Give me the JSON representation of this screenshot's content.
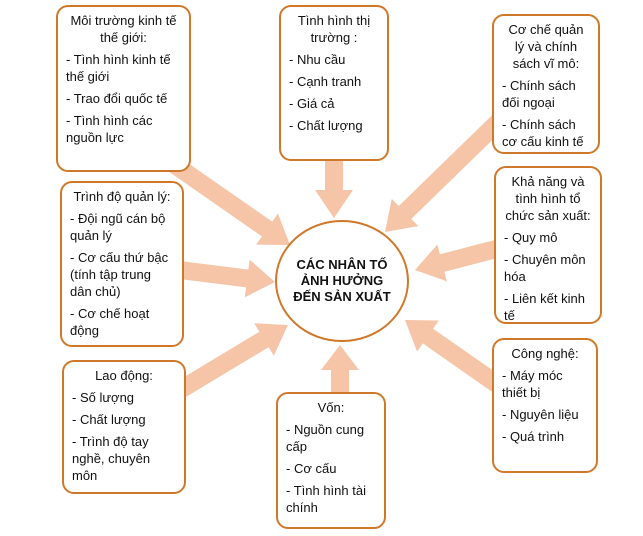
{
  "center": "CÁC NHÂN TỐ ẢNH HƯỞNG ĐẾN SẢN XUẤT",
  "colors": {
    "border": "#d0782a",
    "arrow": "#f6c4a6"
  },
  "boxes": [
    {
      "id": "world",
      "title": "Môi trường kinh tế thế giới:",
      "items": [
        "- Tình hình kinh tế thế giới",
        "- Trao đổi quốc tế",
        "- Tình hình các nguồn lực"
      ]
    },
    {
      "id": "market",
      "title": "Tình hình thị trường :",
      "items": [
        "- Nhu cầu",
        "- Cạnh  tranh",
        "- Giá cả",
        "- Chất lượng"
      ]
    },
    {
      "id": "macro",
      "title": "Cơ chế quản lý và chính sách vĩ mô:",
      "items": [
        "- Chính sách đối ngoại",
        "- Chính sách cơ cấu kinh tế"
      ]
    },
    {
      "id": "organization",
      "title": "Khả năng và tình hình tổ chức sản xuất:",
      "items": [
        "- Quy mô",
        "- Chuyên môn hóa",
        "- Liên kết kinh tế"
      ]
    },
    {
      "id": "technology",
      "title": "Công nghệ:",
      "items": [
        "- Máy móc thiết bị",
        "- Nguyên liệu",
        "- Quá trình"
      ]
    },
    {
      "id": "capital",
      "title": "Vốn:",
      "items": [
        "- Nguồn cung cấp",
        "- Cơ cấu",
        "- Tình hình tài chính"
      ]
    },
    {
      "id": "labor",
      "title": "Lao động:",
      "items": [
        "- Số lượng",
        "- Chất lượng",
        "- Trình độ tay nghề, chuyên môn"
      ]
    },
    {
      "id": "management",
      "title": "Trình độ quản lý:",
      "items": [
        "- Đội ngũ cán bộ quản lý",
        "- Cơ cấu thứ bậc (tính tập trung dân chủ)",
        "- Cơ chế hoạt động"
      ]
    }
  ]
}
